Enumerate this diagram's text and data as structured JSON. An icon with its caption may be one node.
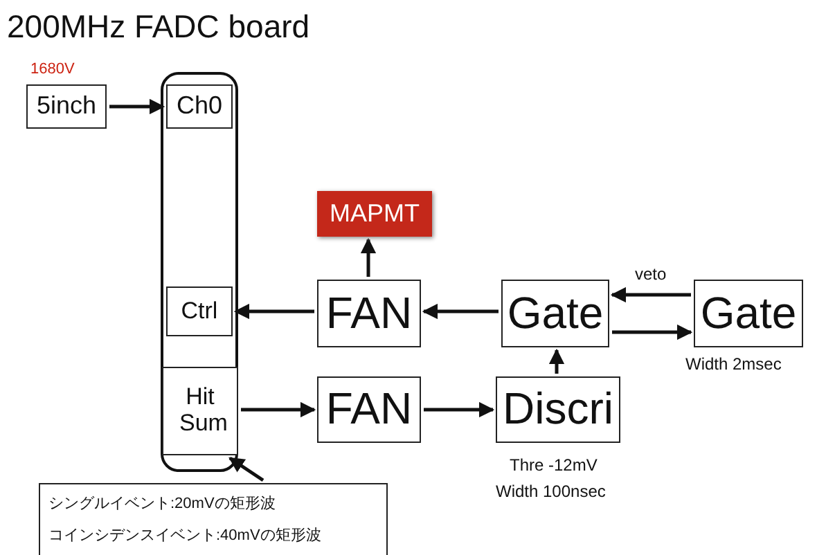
{
  "diagram": {
    "title": "200MHz FADC board",
    "nodes": [
      {
        "text": [
          "5inch"
        ],
        "beside": [
          "1680V"
        ]
      },
      {
        "text": [],
        "shape": "box"
      },
      {
        "text": [
          "Ch0"
        ],
        "in": 1
      },
      {
        "text": [
          "Ctrl"
        ],
        "in": 1
      },
      {
        "text": [
          "Hit Sum"
        ],
        "in": 1
      },
      {
        "text": [
          "MAPMT"
        ]
      },
      {
        "text": [
          "FAN"
        ]
      },
      {
        "text": [
          "Gate"
        ]
      },
      {
        "text": [
          "Gate"
        ],
        "beside": [
          "Width 2msec"
        ]
      },
      {
        "text": [
          "FAN"
        ]
      },
      {
        "text": [
          "Discri"
        ],
        "beside": [
          "Thre -12mV",
          "Width 100nsec"
        ]
      },
      {
        "text": [
          "シングルイベント:20mVの矩形波",
          "コインシデンスイベント:40mVの矩形波"
        ]
      }
    ],
    "edges": [
      {
        "from": 0,
        "to": 2,
        "arrow": "to"
      },
      {
        "from": 6,
        "to": 3,
        "arrow": "to"
      },
      {
        "from": 6,
        "to": 5,
        "arrow": "to"
      },
      {
        "from": 7,
        "to": 6,
        "arrow": "to"
      },
      {
        "from": 8,
        "to": 7,
        "arrow": "to",
        "label": "veto"
      },
      {
        "from": 7,
        "to": 8,
        "arrow": "to"
      },
      {
        "from": 10,
        "to": 7,
        "arrow": "to"
      },
      {
        "from": 4,
        "to": 9,
        "arrow": "to"
      },
      {
        "from": 9,
        "to": 10,
        "arrow": "to"
      },
      {
        "from": 11,
        "to": 1,
        "arrow": "to"
      }
    ]
  }
}
